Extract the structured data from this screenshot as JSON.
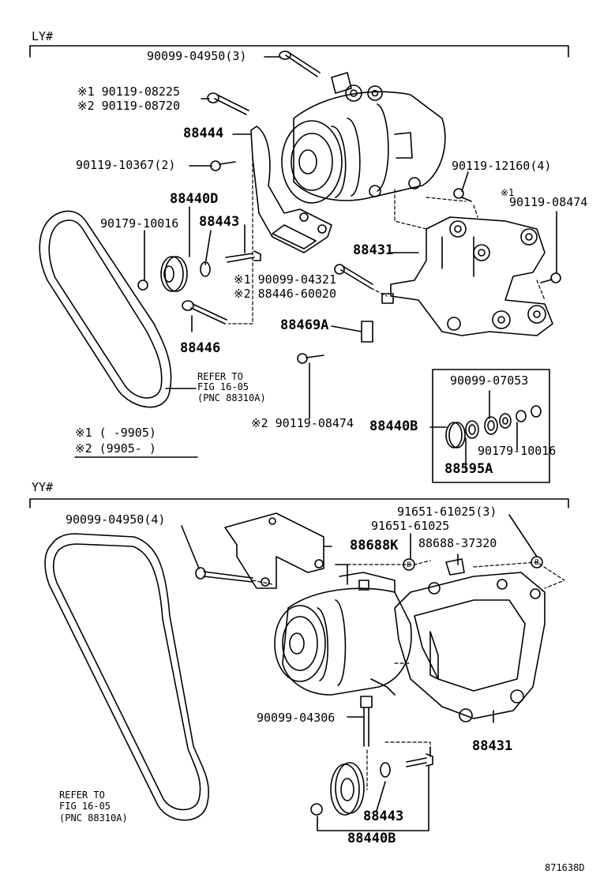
{
  "sections": {
    "ly": {
      "header": "LY#",
      "labels": {
        "bolt_top": "90099-04950(3)",
        "mark1_bolt": "※1 90119-08225",
        "mark2_bolt": "※2 90119-08720",
        "bracket_88444": "88444",
        "bolt_10367": "90119-10367(2)",
        "pulley_88440d": "88440D",
        "nut_10016": "90179-10016",
        "spacer_88443": "88443",
        "bracket_88431": "88431",
        "bolt_12160": "90119-12160(4)",
        "mark1_08474": "※1",
        "bolt_08474": "90119-08474",
        "mark1_04321": "※1 90099-04321",
        "mark2_60020": "※2 88446-60020",
        "plate_88469a": "88469A",
        "bolt_88446": "88446",
        "mark2_bottom": "※2 90119-08474",
        "set_88440b": "88440B"
      },
      "refer": {
        "line1": "REFER TO",
        "line2": "FIG  16-05",
        "line3": "(PNC 88310A)"
      },
      "notes": {
        "n1": "※1  (      -9905)",
        "n2": "※2  (9905-       )"
      },
      "inset": {
        "washer_07053": "90099-07053",
        "nut_10016": "90179-10016",
        "bearing_88595a": "88595A"
      }
    },
    "yy": {
      "header": "YY#",
      "labels": {
        "bolt_04950_4": "90099-04950(4)",
        "nut_61025_3": "91651-61025(3)",
        "nut_61025": "91651-61025",
        "bracket_88688k": "88688K",
        "clip_37320": "88688-37320",
        "bolt_04306": "90099-04306",
        "bracket_88431": "88431",
        "spacer_88443": "88443",
        "set_88440b": "88440B"
      },
      "refer": {
        "line1": "REFER TO",
        "line2": "FIG  16-05",
        "line3": "(PNC  88310A)"
      }
    }
  },
  "footer": {
    "code": "871638D"
  }
}
